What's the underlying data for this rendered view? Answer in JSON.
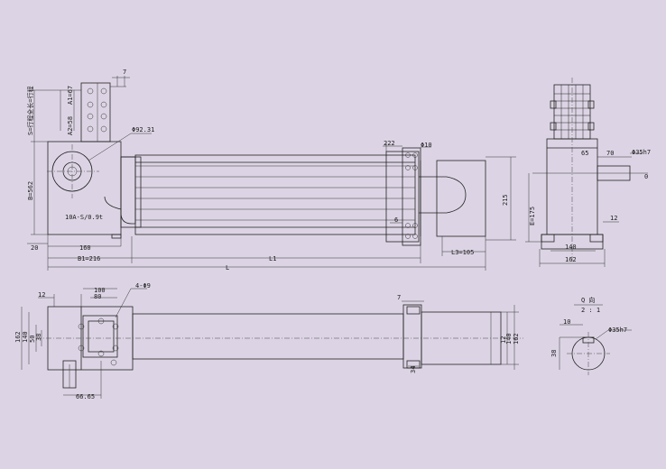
{
  "labels": {
    "l7_top": "7",
    "a1": "A1=67",
    "a2": "A2=58",
    "s_note": "S=行程全长=行程",
    "phi92": "Φ92.31",
    "b562": "B=562",
    "load": "10A-S/0.9t",
    "d20": "20",
    "d160": "160",
    "b1": "B1=216",
    "L": "L",
    "L1": "L1",
    "d222": "222",
    "phi10": "Φ10",
    "d6": "6",
    "l3": "L3=105",
    "d215": "215",
    "e175": "E=175",
    "d65": "65",
    "d70": "70",
    "phi35_r": "Φ35h7",
    "d0": "0",
    "d12_r": "12",
    "d140_r": "140",
    "d162_r": "162",
    "d100": "100",
    "d12_b": "12",
    "d80": "80",
    "holes": "4-Φ9",
    "d162_l": "162",
    "d140_l": "140",
    "d50": "50",
    "d38": "38",
    "d66": "66.65",
    "d7_b": "7",
    "d34": "34",
    "d12_br": "12",
    "d140_br": "140",
    "d162_br": "162",
    "section_name": "Q 向",
    "section_scale": "2 : 1",
    "d10": "10",
    "phi35_d": "Φ35h7",
    "d38_d": "38"
  }
}
